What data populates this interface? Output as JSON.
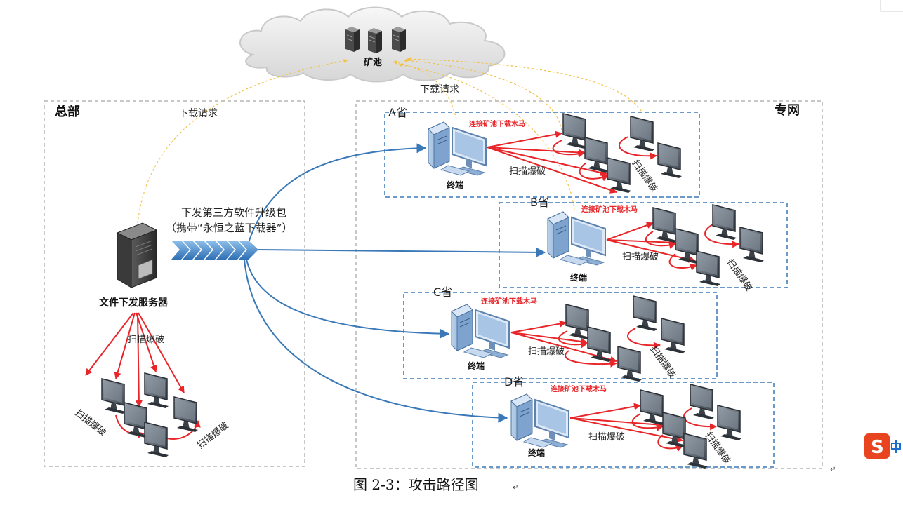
{
  "cloud": {
    "label": "矿池"
  },
  "headquarters": {
    "title": "总部",
    "download_request": "下载请求",
    "server_label": "文件下发服务器",
    "scan_center": "扫描爆破",
    "scan_left": "扫描爆破",
    "scan_right": "扫描爆破"
  },
  "distribution": {
    "line1": "下发第三方软件升级包",
    "line2": "（携带“永恒之蓝下载器”）"
  },
  "private_network": {
    "title": "专网",
    "download_request": "下载请求",
    "provinces": [
      {
        "name": "A省",
        "trojan": "连接矿池下载木马",
        "terminal": "终端",
        "scan": "扫描爆破",
        "scan2": "扫描爆破"
      },
      {
        "name": "B省",
        "trojan": "连接矿池下载木马",
        "terminal": "终端",
        "scan": "扫描爆破",
        "scan2": "扫描爆破"
      },
      {
        "name": "C省",
        "trojan": "连接矿池下载木马",
        "terminal": "终端",
        "scan": "扫描爆破",
        "scan2": "扫描爆破"
      },
      {
        "name": "D省",
        "trojan": "连接矿池下载木马",
        "terminal": "终端",
        "scan": "扫描爆破",
        "scan2": "扫描爆破"
      }
    ]
  },
  "caption": "图 2-3：攻击路径图",
  "return_mark": "↵",
  "colors": {
    "attack": "#e8262a",
    "flow": "#3a78b8",
    "request": "#f2c24a",
    "box": "#3a78b8"
  }
}
